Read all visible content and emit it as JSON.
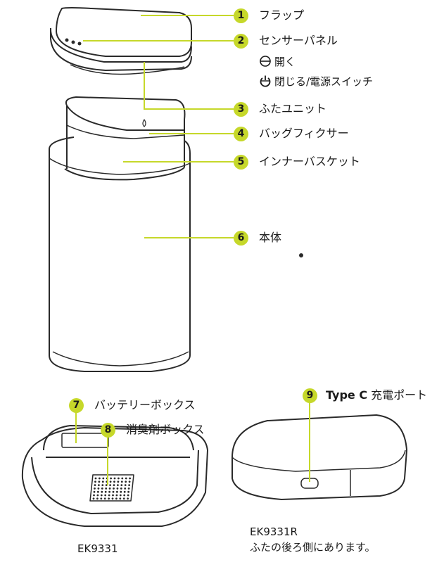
{
  "callouts": [
    {
      "num": "1",
      "label": "フラップ"
    },
    {
      "num": "2",
      "label": "センサーパネル"
    },
    {
      "num": "3",
      "label": "ふたユニット"
    },
    {
      "num": "4",
      "label": "バッグフィクサー"
    },
    {
      "num": "5",
      "label": "インナーバスケット"
    },
    {
      "num": "6",
      "label": "本体"
    },
    {
      "num": "7",
      "label": "バッテリーボックス"
    },
    {
      "num": "8",
      "label": "消臭剤ボックス"
    },
    {
      "num": "9",
      "label_bold": "Type C",
      "label": " 充電ポート"
    }
  ],
  "sensor_panel": {
    "open_label": "開く",
    "close_label": "閉じる/電源スイッチ",
    "open_icon": "open-hand-icon",
    "close_icon": "power-icon"
  },
  "captions": {
    "model_left": "EK9331",
    "model_right": "EK9331R",
    "note_right": "ふたの後ろ側にあります。"
  },
  "colors": {
    "badge": "#c6d82a",
    "line": "#c6d82a",
    "drawing": "#2a2a2a"
  }
}
